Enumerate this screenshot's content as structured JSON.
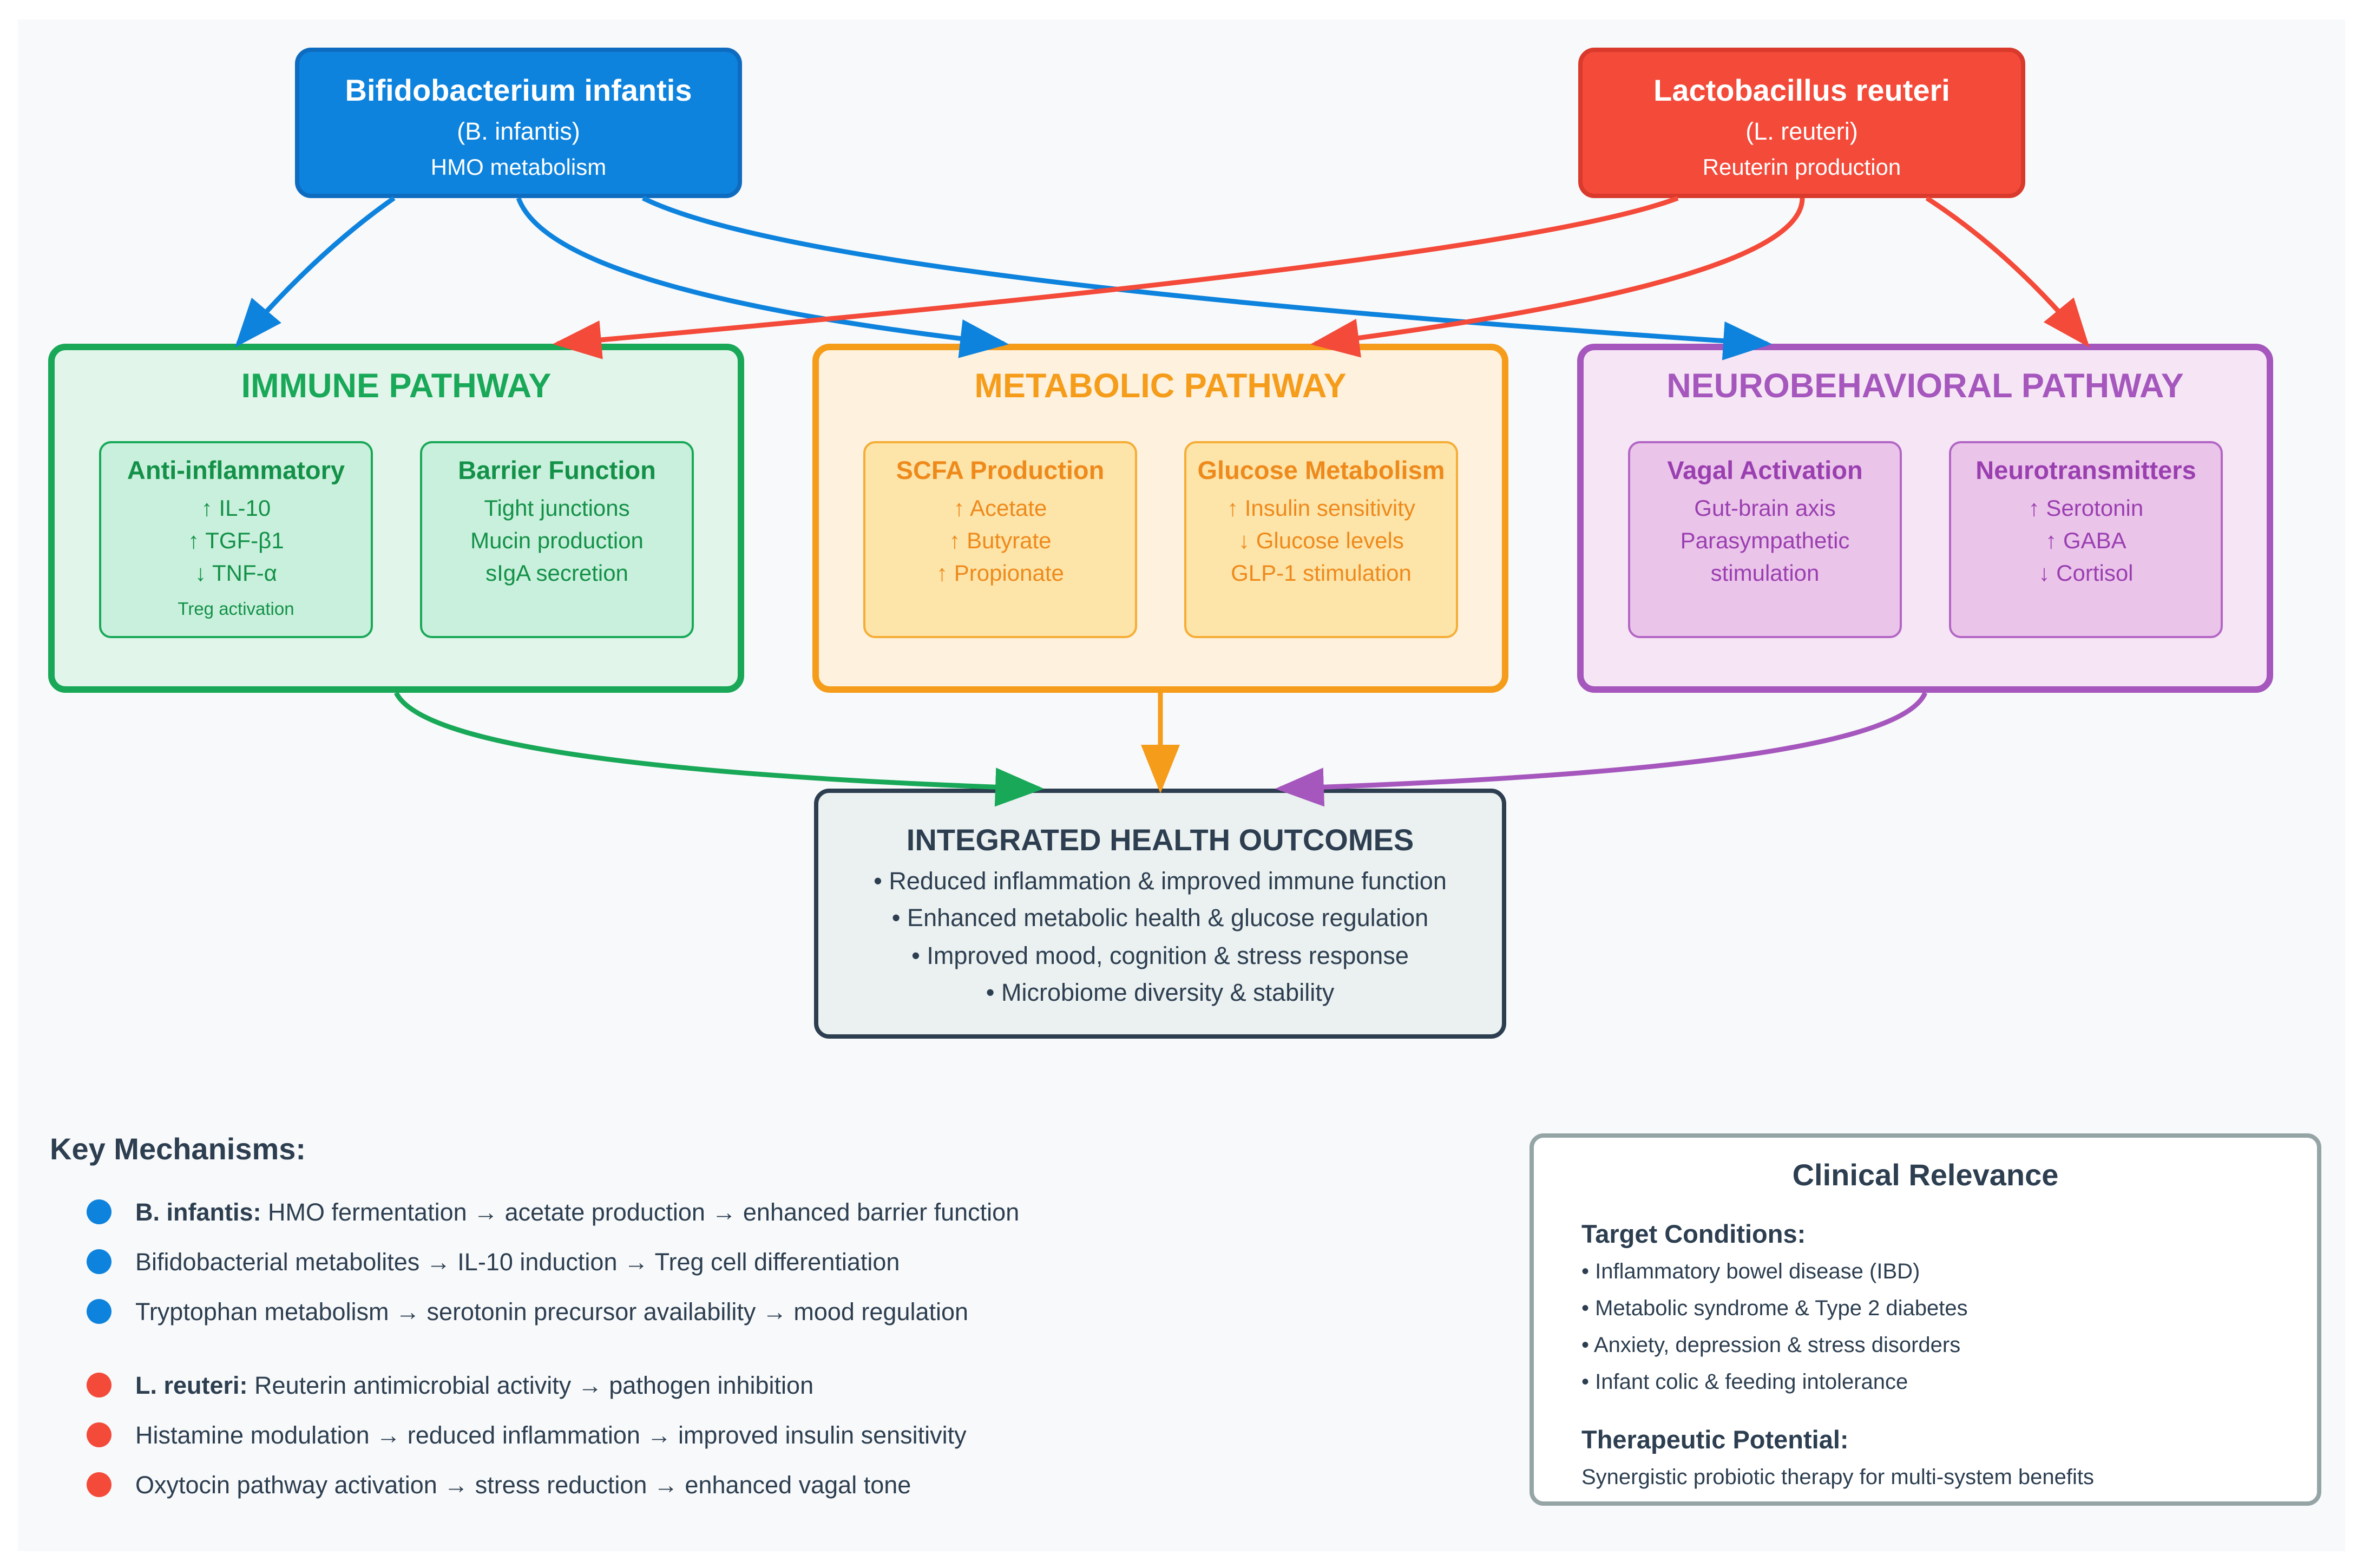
{
  "sources": {
    "b_infantis": {
      "title": "Bifidobacterium infantis",
      "subtitle": "(B. infantis)",
      "description": "HMO metabolism",
      "color": "#0e83dd"
    },
    "l_reuteri": {
      "title": "Lactobacillus reuteri",
      "subtitle": "(L. reuteri)",
      "description": "Reuterin production",
      "color": "#f34a3a"
    }
  },
  "pathways": {
    "immune": {
      "title": "IMMUNE PATHWAY",
      "colors": {
        "accent": "#18a858",
        "background": "#e2f5ea",
        "card": "#c9f0dc"
      },
      "cards": [
        {
          "title": "Anti-inflammatory",
          "items": [
            "↑ IL-10",
            "↑ TGF-β1",
            "↓ TNF-α",
            "Treg activation"
          ]
        },
        {
          "title": "Barrier Function",
          "items": [
            "Tight junctions",
            "Mucin production",
            "sIgA secretion"
          ]
        }
      ]
    },
    "metabolic": {
      "title": "METABOLIC PATHWAY",
      "colors": {
        "accent": "#f59c1a",
        "background": "#fef1dd",
        "card": "#fde4a8"
      },
      "cards": [
        {
          "title": "SCFA Production",
          "items": [
            "↑ Acetate",
            "↑ Butyrate",
            "↑ Propionate"
          ]
        },
        {
          "title": "Glucose Metabolism",
          "items": [
            "↑ Insulin sensitivity",
            "↓ Glucose levels",
            "GLP-1 stimulation"
          ]
        }
      ]
    },
    "neuro": {
      "title": "NEUROBEHAVIORAL PATHWAY",
      "colors": {
        "accent": "#a557bd",
        "background": "#f6e6f5",
        "card": "#ebc4ea"
      },
      "cards": [
        {
          "title": "Vagal Activation",
          "items": [
            "Gut-brain axis",
            "Parasympathetic",
            "stimulation"
          ]
        },
        {
          "title": "Neurotransmitters",
          "items": [
            "↑ Serotonin",
            "↑ GABA",
            "↓ Cortisol"
          ]
        }
      ]
    }
  },
  "outcomes": {
    "title": "INTEGRATED HEALTH OUTCOMES",
    "items": [
      "• Reduced inflammation & improved immune function",
      "• Enhanced metabolic health & glucose regulation",
      "• Improved mood, cognition & stress response",
      "• Microbiome diversity & stability"
    ]
  },
  "key_mechanisms": {
    "title": "Key Mechanisms:",
    "items": [
      {
        "bold": "B. infantis:",
        "text": " HMO fermentation → acetate production → enhanced barrier function",
        "color": "#0e83dd"
      },
      {
        "bold": "",
        "text": "Bifidobacterial metabolites → IL-10 induction → Treg cell differentiation",
        "color": "#0e83dd"
      },
      {
        "bold": "",
        "text": "Tryptophan metabolism → serotonin precursor availability → mood regulation",
        "color": "#0e83dd"
      },
      {
        "bold": "L. reuteri:",
        "text": " Reuterin antimicrobial activity → pathogen inhibition",
        "color": "#f34a3a"
      },
      {
        "bold": "",
        "text": "Histamine modulation → reduced inflammation → improved insulin sensitivity",
        "color": "#f34a3a"
      },
      {
        "bold": "",
        "text": "Oxytocin pathway activation → stress reduction → enhanced vagal tone",
        "color": "#f34a3a"
      }
    ]
  },
  "clinical": {
    "title": "Clinical Relevance",
    "target_heading": "Target Conditions:",
    "targets": [
      "• Inflammatory bowel disease (IBD)",
      "• Metabolic syndrome & Type 2 diabetes",
      "• Anxiety, depression & stress disorders",
      "• Infant colic & feeding intolerance"
    ],
    "therapeutic_heading": "Therapeutic Potential:",
    "therapeutic_text": "Synergistic probiotic therapy for multi-system benefits"
  }
}
